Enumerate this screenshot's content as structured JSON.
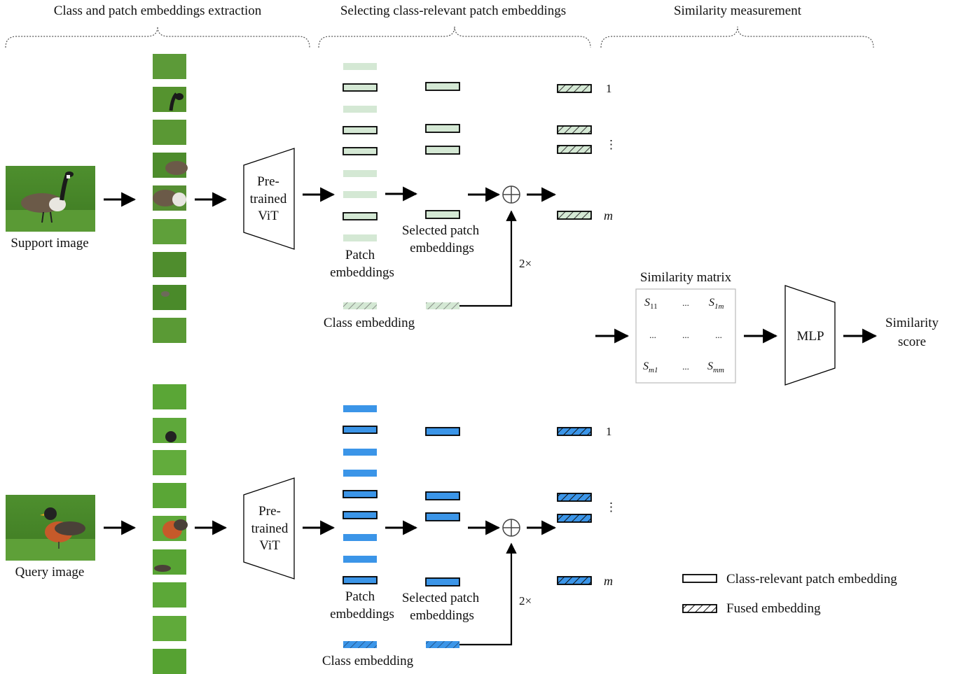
{
  "sections": {
    "extraction": "Class and patch embeddings extraction",
    "selecting": "Selecting class-relevant patch embeddings",
    "similarity": "Similarity measurement"
  },
  "support": {
    "image_label": "Support image",
    "vit_lines": [
      "Pre-",
      "trained",
      "ViT"
    ],
    "patch_label_1": "Patch",
    "patch_label_2": "embeddings",
    "selected_label_1": "Selected patch",
    "selected_label_2": "embeddings",
    "class_label": "Class embedding",
    "repeat_label": "2×",
    "index_first": "1",
    "index_dots": "⋮",
    "index_last": "m"
  },
  "query": {
    "image_label": "Query image",
    "vit_lines": [
      "Pre-",
      "trained",
      "ViT"
    ],
    "patch_label_1": "Patch",
    "patch_label_2": "embeddings",
    "selected_label_1": "Selected patch",
    "selected_label_2": "embeddings",
    "class_label": "Class embedding",
    "repeat_label": "2×",
    "index_first": "1",
    "index_dots": "⋮",
    "index_last": "m"
  },
  "similarity_matrix": {
    "title": "Similarity matrix",
    "cells": [
      [
        "S",
        "11",
        "...",
        "S",
        "1m"
      ],
      [
        "...",
        "...",
        "..."
      ],
      [
        "S",
        "m1",
        "...",
        "S",
        "mm"
      ]
    ]
  },
  "mlp_label": "MLP",
  "output_label_1": "Similarity",
  "output_label_2": "score",
  "legend": {
    "outline_label": "Class-relevant patch embedding",
    "hatched_label": "Fused embedding"
  },
  "colors": {
    "support_fill": "#d4e8d4",
    "query_fill": "#3b95e8",
    "arrow": "#000000"
  }
}
